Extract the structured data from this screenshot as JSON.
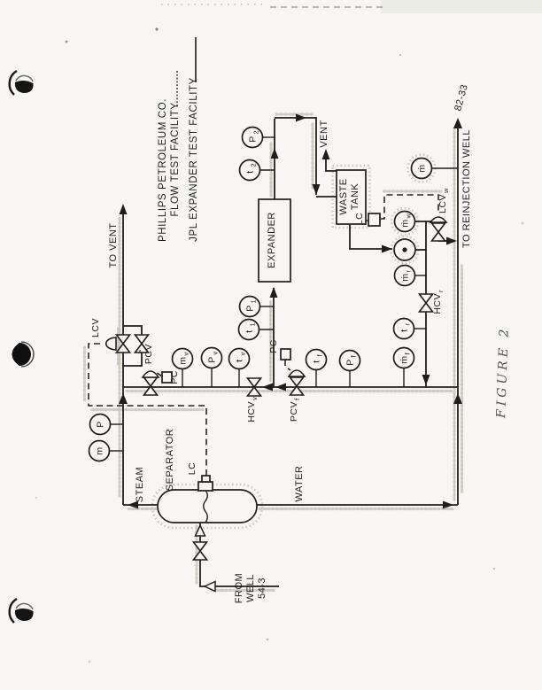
{
  "figure": {
    "caption": "FIGURE 2"
  },
  "title_block": {
    "line1": "PHILLIPS PETROLEUM CO.",
    "line2": "FLOW TEST FACILITY",
    "line3": "JPL EXPANDER TEST FACILITY"
  },
  "streams": {
    "to_vent": "TO VENT",
    "vent": "VENT",
    "steam": "STEAM",
    "water": "WATER",
    "to_reinjection_well": "TO REINJECTION WELL",
    "reinjection_well_id": "82-33",
    "from_well_line1": "FROM",
    "from_well_line2": "WELL",
    "from_well_line3": "54-3"
  },
  "equipment": {
    "expander": "EXPANDER",
    "separator": "SEPARATOR",
    "waste_tank_line1": "WASTE",
    "waste_tank_line2": "TANK"
  },
  "controllers": {
    "pc_vent": "PC",
    "pc_feed": "PC",
    "lc_separator": "LC",
    "lc_waste_tank": "LC"
  },
  "valves": {
    "lcv": {
      "main": "LCV",
      "sub": ""
    },
    "pcv_v": {
      "main": "PCV",
      "sub": "v"
    },
    "hcv_v": {
      "main": "HCV",
      "sub": "v"
    },
    "pcv_f": {
      "main": "PCV",
      "sub": "f"
    },
    "hcv_r": {
      "main": "HCV",
      "sub": "r"
    },
    "lcv_w": {
      "main": "LCV",
      "sub": "w"
    }
  },
  "instruments": {
    "p_steam": {
      "main": "P",
      "sub": ""
    },
    "m_steam": {
      "main": "m",
      "sub": ""
    },
    "m_v": {
      "main": "m",
      "sub": "v"
    },
    "p_v": {
      "main": "P",
      "sub": "v"
    },
    "t_v": {
      "main": "t",
      "sub": "v"
    },
    "p_1": {
      "main": "P",
      "sub": "1"
    },
    "t_1": {
      "main": "t",
      "sub": "1"
    },
    "p_2": {
      "main": "P",
      "sub": "2"
    },
    "t_2": {
      "main": "t",
      "sub": "2"
    },
    "t_f": {
      "main": "t",
      "sub": "f"
    },
    "p_f": {
      "main": "P",
      "sub": "f"
    },
    "m_f": {
      "main": "ṁ",
      "sub": "f"
    },
    "m_w": {
      "main": "ṁ",
      "sub": "w"
    },
    "m_r": {
      "main": "ṁ",
      "sub": "r"
    },
    "t_r": {
      "main": "t",
      "sub": "r"
    },
    "m_inj": {
      "main": "ṁ",
      "sub": ""
    }
  }
}
